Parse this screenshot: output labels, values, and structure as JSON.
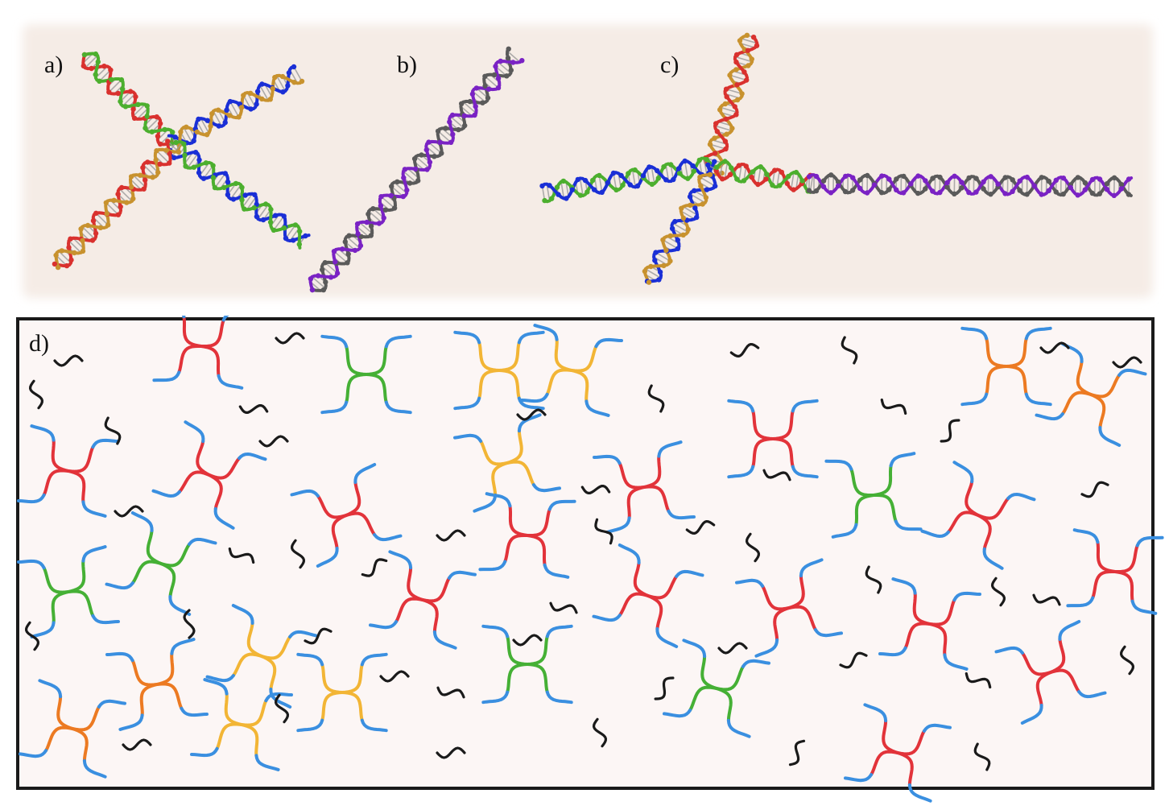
{
  "panels": {
    "a": {
      "label": "a)"
    },
    "b": {
      "label": "b)"
    },
    "c": {
      "label": "c)"
    },
    "d": {
      "label": "d)"
    }
  },
  "colors": {
    "top_background": "#f5ece6",
    "network_background": "#fcf6f5",
    "frame": "#1a1a1a",
    "strand_red": "#d9312e",
    "strand_green": "#4caf2e",
    "strand_blue": "#1a2fd6",
    "strand_gold": "#c8922e",
    "strand_purple": "#7a22c4",
    "strand_gray": "#5a5a5a",
    "arm_blue": "#3a8fe0",
    "node_red": "#e2333a",
    "node_green": "#45b035",
    "node_yellow": "#f2b535",
    "node_orange": "#ec7a22",
    "linker_black": "#1a1a1a"
  }
}
